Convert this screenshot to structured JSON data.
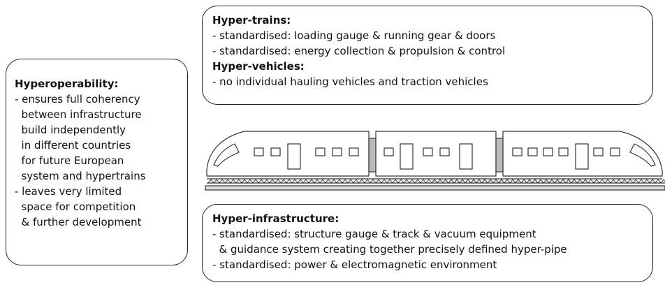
{
  "hyperoperability": {
    "title": "Hyperoperability:",
    "lines": [
      "- ensures full coherency",
      "  between infrastructure",
      "  build independently",
      "  in different countries",
      "  for future European",
      "  system and hypertrains",
      "- leaves very limited",
      "  space for competition",
      "  & further development"
    ]
  },
  "hyper_trains": {
    "title": "Hyper-trains:",
    "lines": [
      "- standardised: loading gauge & running gear & doors",
      "- standardised: energy collection & propulsion & control"
    ]
  },
  "hyper_vehicles": {
    "title": "Hyper-vehicles:",
    "lines": [
      "- no individual hauling vehicles and traction vehicles"
    ]
  },
  "hyper_infrastructure": {
    "title": "Hyper-infrastructure:",
    "lines": [
      "- standardised: structure gauge & track & vacuum equipment",
      "  & guidance system creating together precisely defined hyper-pipe",
      "- standardised: power & electromagnetic environment"
    ]
  },
  "train_image": {
    "icon": "hypertrain-illustration"
  }
}
